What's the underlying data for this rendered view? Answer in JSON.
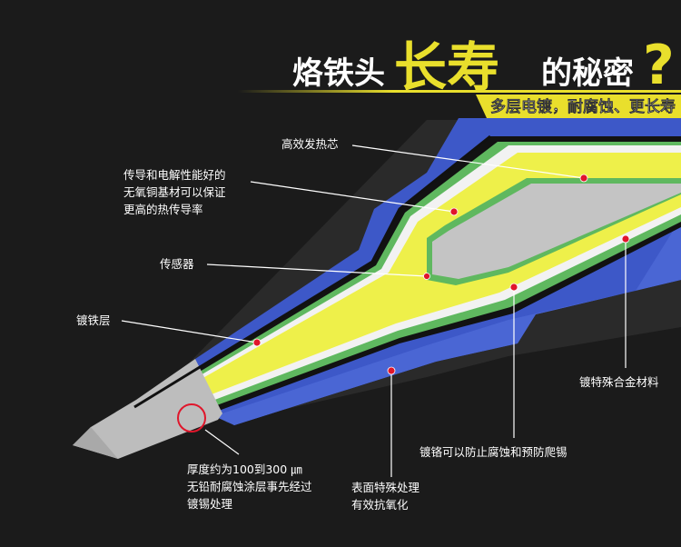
{
  "title": {
    "part1": "烙铁头",
    "part2": "长寿",
    "part3": "的秘密",
    "part4": "?",
    "subtitle": "多层电镀，耐腐蚀、更长寿"
  },
  "labels": {
    "core": "高效发热芯",
    "base_line1": "传导和电解性能好的",
    "base_line2": "无氧铜基材可以保证",
    "base_line3": "更高的热传导率",
    "sensor": "传感器",
    "iron_layer": "镀铁层",
    "alloy": "镀特殊合金材料",
    "chrome": "镀铬可以防止腐蚀和预防爬锡",
    "thickness_line1": "厚度约为100到300 ㎛",
    "thickness_line2": "无铅耐腐蚀涂层事先经过",
    "thickness_line3": "镀锡处理",
    "surface_line1": "表面特殊处理",
    "surface_line2": "有效抗氧化"
  },
  "colors": {
    "background": "#1b1b1b",
    "title_accent": "#e9df2c",
    "outer_blue": "#3d58c8",
    "green_layer": "#5fb85f",
    "white_layer": "#f2f2f2",
    "yellow_core": "#eef04a",
    "gray_core": "#c4c4c4",
    "marker": "#e0162b"
  }
}
